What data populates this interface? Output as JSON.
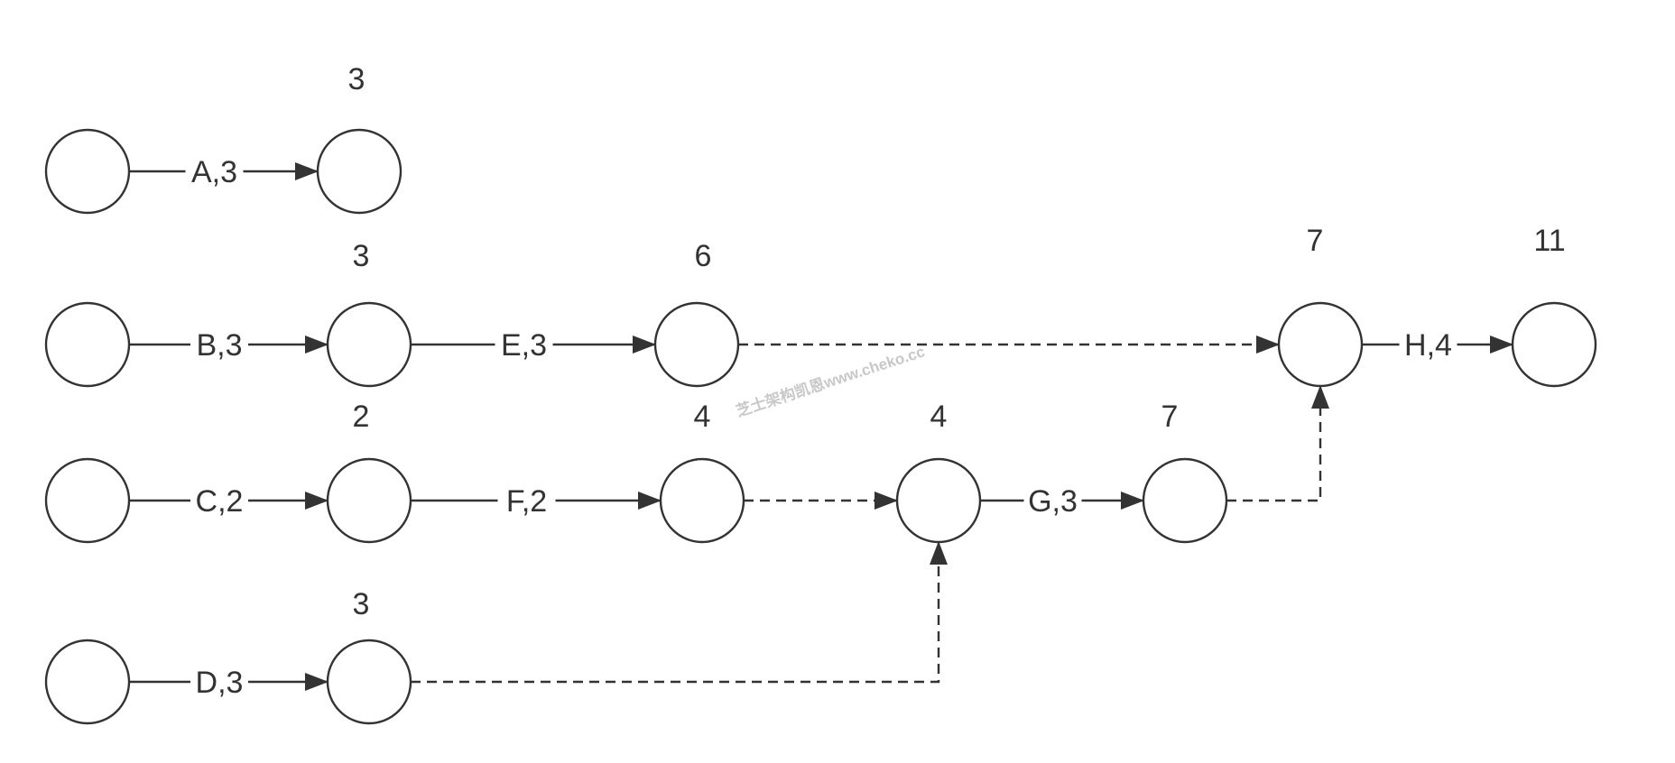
{
  "diagram": {
    "colors": {
      "stroke": "#333333",
      "text": "#333333",
      "watermark": "#c8c8c8",
      "background": "#ffffff"
    },
    "nodes": [
      {
        "id": "a0",
        "time": ""
      },
      {
        "id": "a1",
        "time": "3"
      },
      {
        "id": "b0",
        "time": ""
      },
      {
        "id": "b1",
        "time": "3"
      },
      {
        "id": "b2",
        "time": "6"
      },
      {
        "id": "h0",
        "time": "7"
      },
      {
        "id": "h1",
        "time": "11"
      },
      {
        "id": "c0",
        "time": ""
      },
      {
        "id": "c1",
        "time": "2"
      },
      {
        "id": "c2",
        "time": "4"
      },
      {
        "id": "g0",
        "time": "4"
      },
      {
        "id": "g1",
        "time": "7"
      },
      {
        "id": "d0",
        "time": ""
      },
      {
        "id": "d1",
        "time": "3"
      }
    ],
    "edges": [
      {
        "from": "a0",
        "to": "a1",
        "label": "A,3",
        "dashed": false
      },
      {
        "from": "b0",
        "to": "b1",
        "label": "B,3",
        "dashed": false
      },
      {
        "from": "b1",
        "to": "b2",
        "label": "E,3",
        "dashed": false
      },
      {
        "from": "b2",
        "to": "h0",
        "label": "",
        "dashed": true
      },
      {
        "from": "h0",
        "to": "h1",
        "label": "H,4",
        "dashed": false
      },
      {
        "from": "c0",
        "to": "c1",
        "label": "C,2",
        "dashed": false
      },
      {
        "from": "c1",
        "to": "c2",
        "label": "F,2",
        "dashed": false
      },
      {
        "from": "c2",
        "to": "g0",
        "label": "",
        "dashed": true
      },
      {
        "from": "g0",
        "to": "g1",
        "label": "G,3",
        "dashed": false
      },
      {
        "from": "g1",
        "to": "h0",
        "label": "",
        "dashed": true
      },
      {
        "from": "d0",
        "to": "d1",
        "label": "D,3",
        "dashed": false
      },
      {
        "from": "d1",
        "to": "g0",
        "label": "",
        "dashed": true
      }
    ],
    "watermark": "芝士架构凯恩www.cheko.cc"
  }
}
